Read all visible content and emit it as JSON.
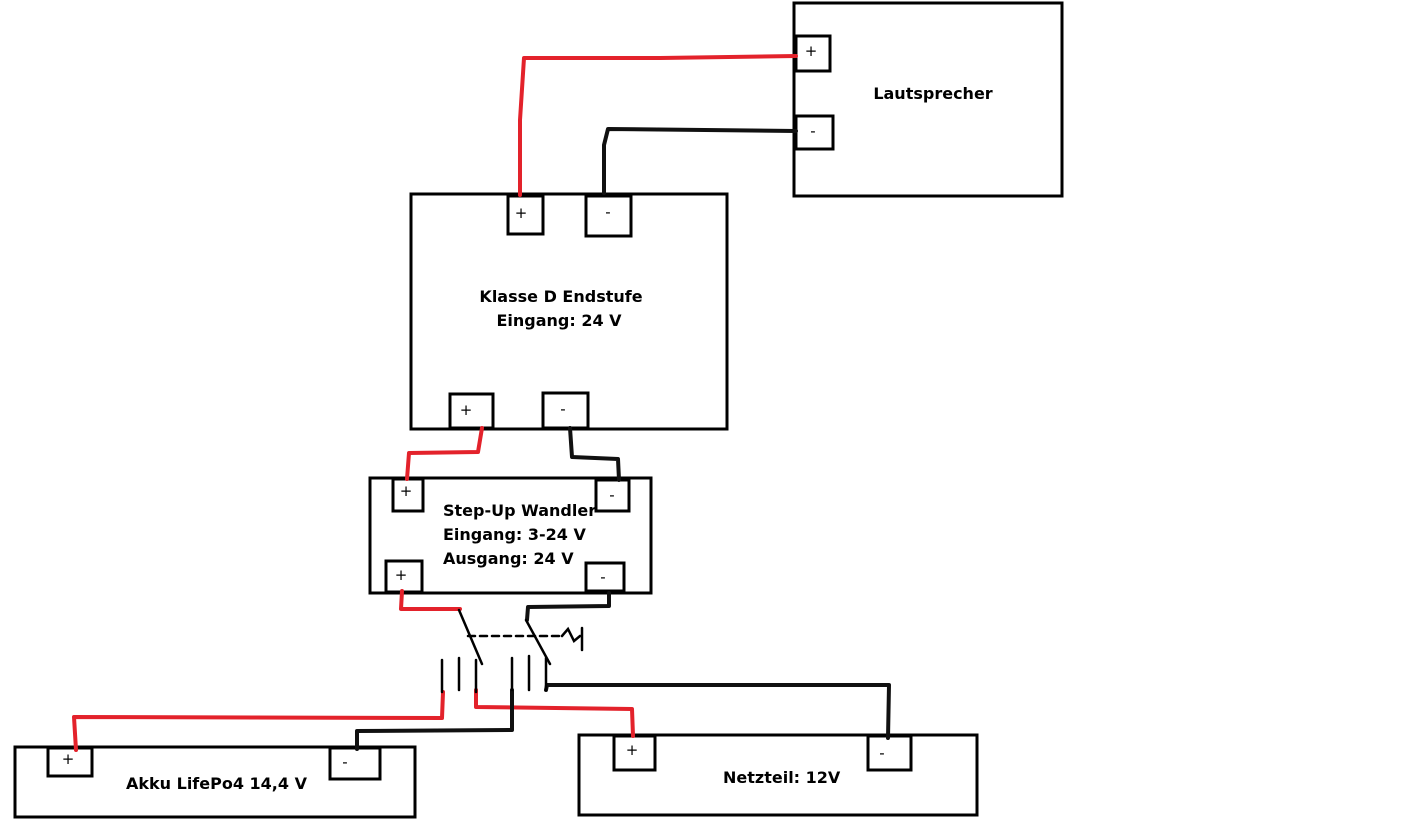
{
  "colors": {
    "positive_wire": "#e3222b",
    "negative_wire": "#111111",
    "outline": "#000000",
    "background": "#ffffff"
  },
  "components": {
    "speaker": {
      "label": "Lautsprecher",
      "pos": "+",
      "neg": "-"
    },
    "amplifier": {
      "label_line1": "Klasse D Endstufe",
      "label_line2": "Eingang: 24 V",
      "out_pos": "+",
      "out_neg": "-",
      "in_pos": "+",
      "in_neg": "-"
    },
    "stepup": {
      "label_line1": "Step-Up Wandler",
      "label_line2": "Eingang: 3-24 V",
      "label_line3": "Ausgang: 24 V",
      "out_pos": "+",
      "out_neg": "-",
      "in_pos": "+",
      "in_neg": "-"
    },
    "battery": {
      "label": "Akku LifePo4 14,4 V",
      "pos": "+",
      "neg": "-"
    },
    "psu": {
      "label": "Netzteil: 12V",
      "pos": "+",
      "neg": "-"
    }
  },
  "switch": {
    "type": "double-pole double-throw"
  }
}
